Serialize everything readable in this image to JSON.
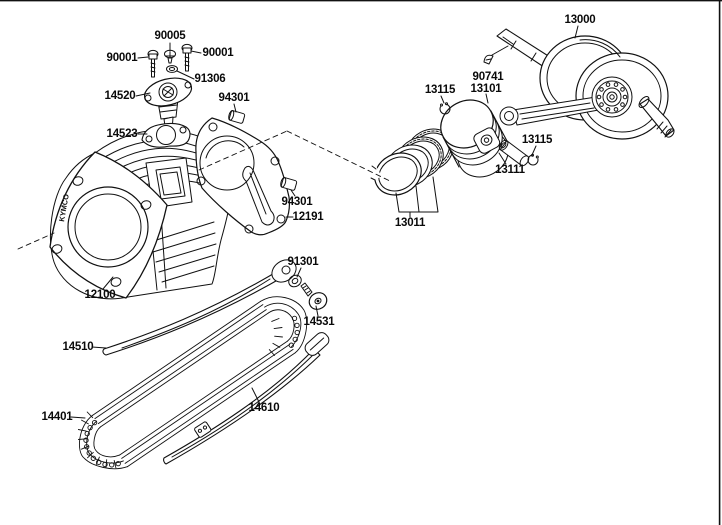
{
  "diagram": {
    "type": "exploded-parts-diagram",
    "brand_text": "KYMCO",
    "background": "#ffffff",
    "line_color": "#111111",
    "labels": {
      "screw_90005": "90005",
      "bolt_90001_left": "90001",
      "bolt_90001_right": "90001",
      "washer_91306": "91306",
      "tensioner_lifter_14520": "14520",
      "dowel_pin_94301_top": "94301",
      "gasket_14523": "14523",
      "dowel_pin_94301_bottom": "94301",
      "cylinder_gasket_12191": "12191",
      "cylinder_12100": "12100",
      "washer_91301": "91301",
      "bolt_14531": "14531",
      "chain_guide_14510": "14510",
      "cam_chain_14401": "14401",
      "tensioner_arm_14610": "14610",
      "crankshaft_13000": "13000",
      "woodruff_key_90741": "90741",
      "piston_13101": "13101",
      "pin_clip_13115_left": "13115",
      "pin_clip_13115_right": "13115",
      "piston_pin_13111": "13111",
      "piston_ring_set_13011": "13011"
    }
  }
}
